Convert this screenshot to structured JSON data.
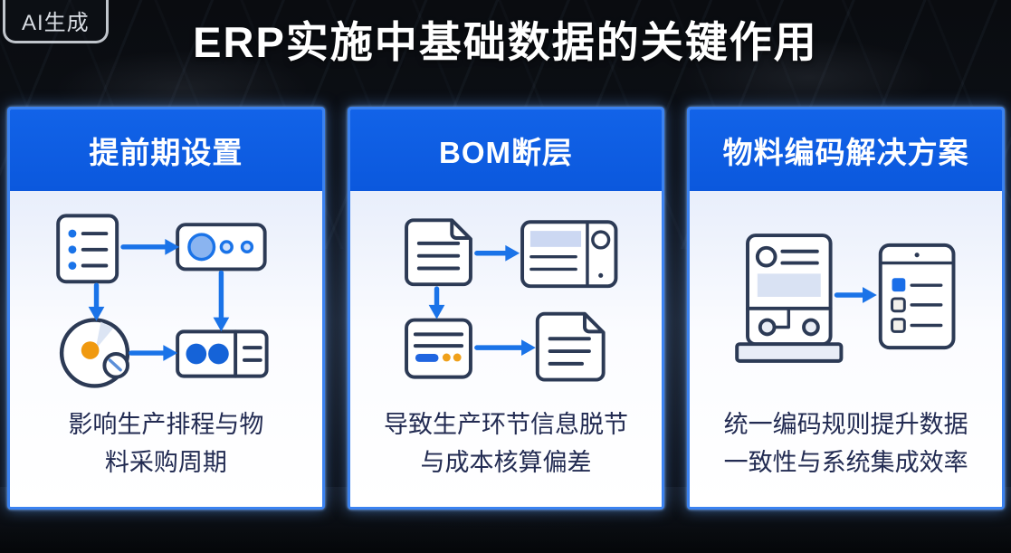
{
  "badge": {
    "label": "AI生成"
  },
  "header": {
    "title": "ERP实施中基础数据的关键作用"
  },
  "colors": {
    "header_blue": "#0b58dd",
    "card_border_blue": "#3b82f0",
    "arrow_blue": "#1a73e8",
    "icon_stroke_navy": "#2c3a55",
    "caption_navy": "#222b52",
    "accent_orange": "#f0a11b",
    "solid_dot_blue": "#1563d8"
  },
  "cards": [
    {
      "header": "提前期设置",
      "caption": [
        "影响生产排程与物",
        "料采购周期"
      ],
      "icons": [
        "checklist-panel-icon",
        "slider-panel-icon",
        "clock-pie-icon",
        "status-panel-icon",
        "flow-arrow-icon"
      ]
    },
    {
      "header": "BOM断层",
      "caption": [
        "导致生产环节信息脱节",
        "与成本核算偏差"
      ],
      "icons": [
        "document-icon",
        "record-panel-icon",
        "note-panel-icon",
        "document-icon",
        "flow-arrow-icon"
      ]
    },
    {
      "header": "物料编码解决方案",
      "caption": [
        "统一编码规则提升数据",
        "一致性与系统集成效率"
      ],
      "icons": [
        "coding-machine-icon",
        "mobile-checklist-icon",
        "flow-arrow-icon"
      ]
    }
  ]
}
